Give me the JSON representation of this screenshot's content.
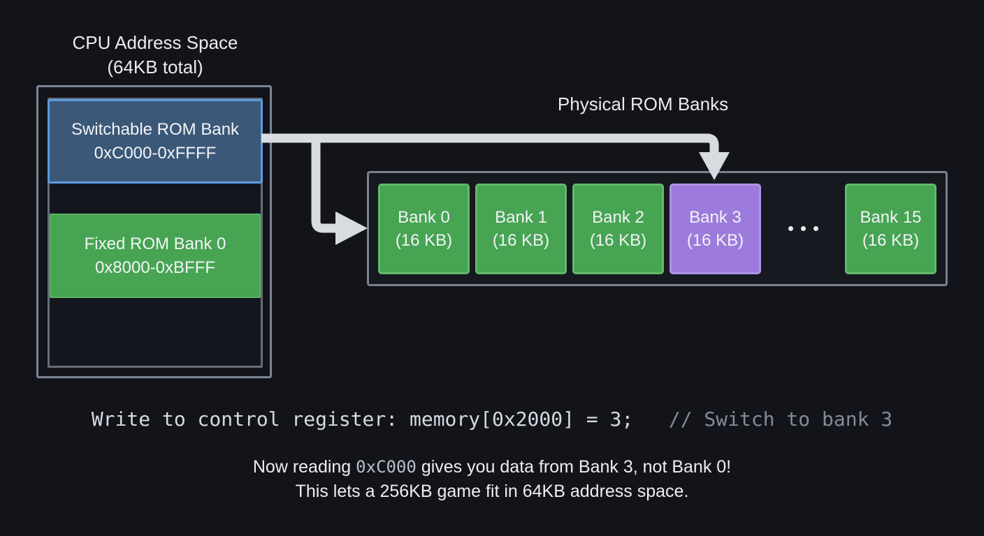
{
  "colors": {
    "background": "#12141a",
    "arrow": "#d8dbe0",
    "switchable_fill": "#3b5878",
    "switchable_border": "#5c9ce2",
    "bank_green_fill": "#47a453",
    "bank_green_border": "#63ba6c",
    "bank_purple_fill": "#9d7bdc",
    "bank_purple_border": "#af93e6"
  },
  "cpu": {
    "title_line1": "CPU Address Space",
    "title_line2": "(64KB total)",
    "switchable_label": "Switchable ROM Bank",
    "switchable_range": "0xC000-0xFFFF",
    "fixed_label": "Fixed ROM Bank 0",
    "fixed_range": "0x8000-0xBFFF"
  },
  "rom": {
    "title": "Physical ROM Banks",
    "banks": [
      {
        "name": "Bank 0",
        "size": "(16 KB)",
        "highlight": false
      },
      {
        "name": "Bank 1",
        "size": "(16 KB)",
        "highlight": false
      },
      {
        "name": "Bank 2",
        "size": "(16 KB)",
        "highlight": false
      },
      {
        "name": "Bank 3",
        "size": "(16 KB)",
        "highlight": true
      },
      {
        "name": "Bank 15",
        "size": "(16 KB)",
        "highlight": false
      }
    ],
    "ellipsis_after_index": 3,
    "ellipsis_dots": 3
  },
  "code_line": {
    "statement": "Write to control register: memory[0x2000] = 3;",
    "comment": "// Switch to bank 3"
  },
  "caption": {
    "line1_prefix": "Now reading ",
    "line1_code": "0xC000",
    "line1_suffix": " gives you data from Bank 3, not Bank 0!",
    "line2": "This lets a 256KB game fit in 64KB address space."
  }
}
